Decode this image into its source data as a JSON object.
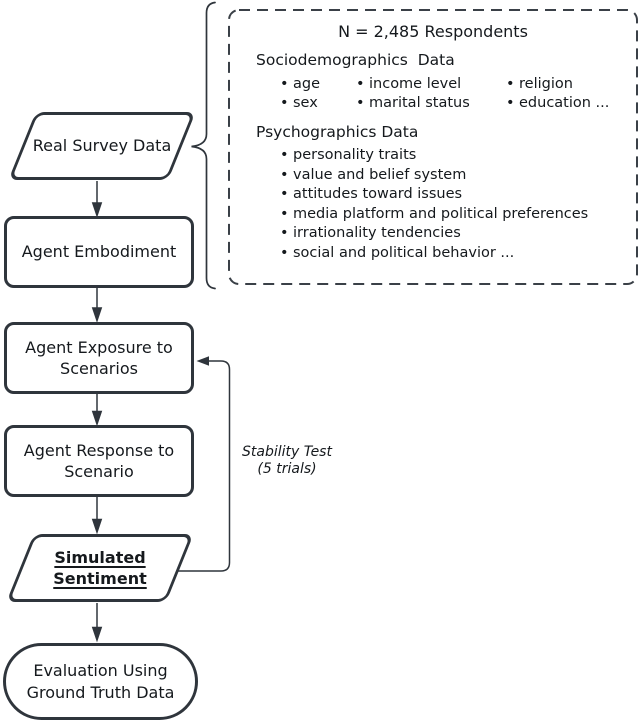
{
  "diagram": {
    "nodes": {
      "real_survey_data": {
        "lines": [
          "Real Survey Data"
        ]
      },
      "agent_embodiment": {
        "lines": [
          "Agent Embodiment"
        ]
      },
      "agent_exposure": {
        "lines": [
          "Agent Exposure to",
          "Scenarios"
        ]
      },
      "agent_response": {
        "lines": [
          "Agent Response to",
          "Scenario"
        ]
      },
      "simulated_sentiment": {
        "lines": [
          "Simulated",
          "Sentiment"
        ]
      },
      "evaluation": {
        "lines": [
          "Evaluation Using",
          "Ground Truth Data"
        ]
      }
    },
    "loop_label": {
      "line1": "Stability Test",
      "line2": "(5 trials)"
    },
    "panel": {
      "title": "N = 2,485 Respondents",
      "sociodemographics": {
        "heading": "Sociodemographics  Data",
        "columns": [
          [
            "age",
            "sex"
          ],
          [
            "income level",
            "marital status"
          ],
          [
            "religion",
            "education ..."
          ]
        ]
      },
      "psychographics": {
        "heading": "Psychographics Data",
        "items": [
          "personality traits",
          "value and belief system",
          "attitudes toward issues",
          "media platform and political preferences",
          "irrationality tendencies",
          "social and political behavior ..."
        ]
      }
    },
    "colors": {
      "stroke": "#2f353c",
      "dashed_border": "#3a4047",
      "text": "#15191d",
      "background": "#ffffff"
    }
  }
}
